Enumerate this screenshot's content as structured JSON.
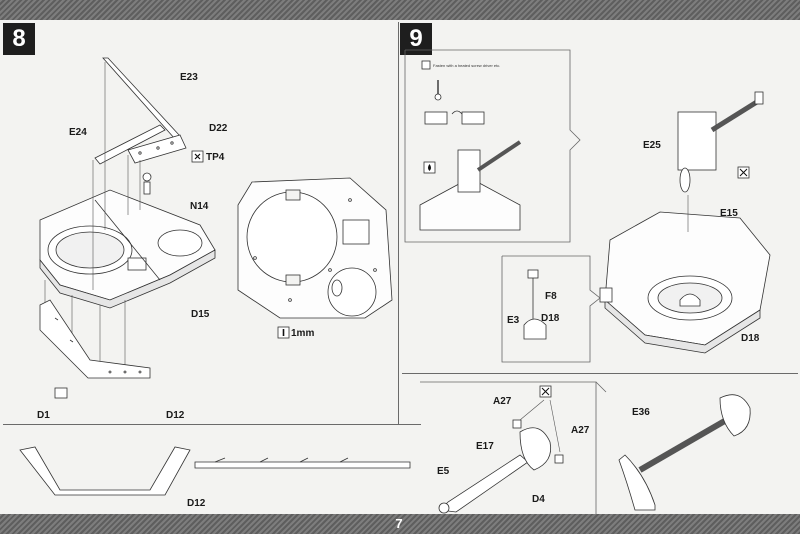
{
  "page": {
    "number": "7"
  },
  "steps": [
    {
      "number": "8"
    },
    {
      "number": "9"
    }
  ],
  "step8": {
    "parts": {
      "e23": "E23",
      "e24": "E24",
      "d22": "D22",
      "tp4": "TP4",
      "n14": "N14",
      "d15": "D15",
      "d1": "D1",
      "d12": "D12",
      "d12_detail": "D12"
    },
    "drill_size": "1mm"
  },
  "step9": {
    "parts": {
      "e25": "E25",
      "e15": "E15",
      "f8": "F8",
      "e3": "E3",
      "d18_small": "D18",
      "d18": "D18",
      "a27_left": "A27",
      "a27_right": "A27",
      "e17": "E17",
      "e5": "E5",
      "d4": "D4",
      "e36": "E36"
    },
    "note": "Fasten with a heated screw driver etc."
  },
  "icons": {
    "glue": "glue-icon",
    "drill": "drill-icon",
    "heat": "heat-icon",
    "no_glue": "do-not-glue-icon",
    "tp": "tp-part-icon"
  }
}
